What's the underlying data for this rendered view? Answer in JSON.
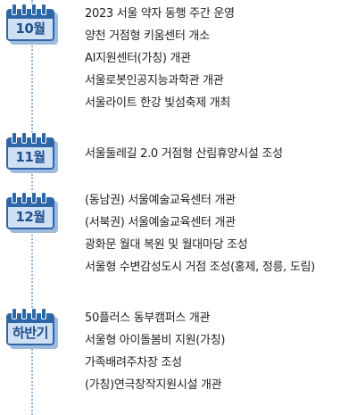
{
  "sections": [
    {
      "month": "10월",
      "items": [
        "2023 서울 약자 동행 주간 운영",
        "양천 거점형 키움센터 개소",
        "AI지원센터(가칭) 개관",
        "서울로봇인공지능과학관 개관",
        "서울라이트 한강 빛섬축제 개최"
      ]
    },
    {
      "month": "11월",
      "items": [
        "서울둘레길 2.0 거점형 산림휴양시설 조성"
      ]
    },
    {
      "month": "12월",
      "items": [
        "(동남권) 서울예술교육센터 개관",
        "(서북권) 서울예술교육센터 개관",
        "광화문 월대 복원 및 월대마당 조성",
        "서울형 수변감성도시 거점 조성(홍제, 정릉, 도림)"
      ]
    },
    {
      "month": "하반기",
      "items": [
        "50플러스 동부캠퍼스 개관",
        "서울형 아이돌봄비 지원(가칭)",
        "가족배려주차장 조성",
        "(가칭)연극창작지원시설 개관"
      ]
    }
  ],
  "colors": {
    "accent": "#2e67a8",
    "calendar_fill": "#cfe0f4",
    "month_text": "#1e4f8c",
    "item_text": "#222222"
  }
}
